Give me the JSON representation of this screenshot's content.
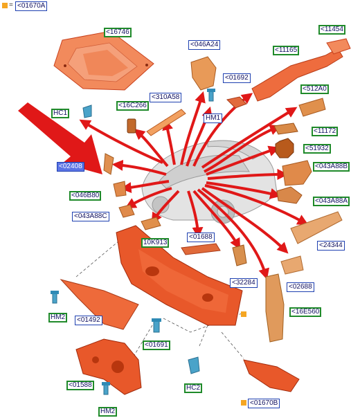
{
  "colors": {
    "arrow": "#e01818",
    "part": "#f07a45",
    "part_dark": "#c8401c",
    "tan": "#d9a064",
    "clip": "#4aa3c9",
    "callout_blue": "#1d3fb0",
    "callout_green": "#1f8a2a",
    "selected": "#5b74e6",
    "marker": "#f5a623"
  },
  "legend": {
    "equals": "=",
    "ref": "<01670A"
  },
  "callouts": {
    "c16746": "<16746",
    "c11454": "<11454",
    "c046A24": "<046A24",
    "c11165": "<11165",
    "c01692": "<01692",
    "c512A0": "<512A0",
    "c310A58": "<310A58",
    "c16C266": "<16C266",
    "HC1": "HC1",
    "HM1": "HM1",
    "c11172": "<11172",
    "c51932": "<51932",
    "c02408": "<02408",
    "c043A88B": "<043A88B",
    "c046B80": "<046B80",
    "c043A88A": "<043A88A",
    "c043A88C": "<043A88C",
    "c24344": "<24344",
    "c10K913": "10K913",
    "c01688": "<01688",
    "c32284": "<32284",
    "c02688": "<02688",
    "HM2a": "HM2",
    "c01492": "<01492",
    "c16E560": "<16E560",
    "c01691": "<01691",
    "c01588": "<01588",
    "HC2": "HC2",
    "HM2b": "HM2",
    "c01670B": "<01670B"
  }
}
